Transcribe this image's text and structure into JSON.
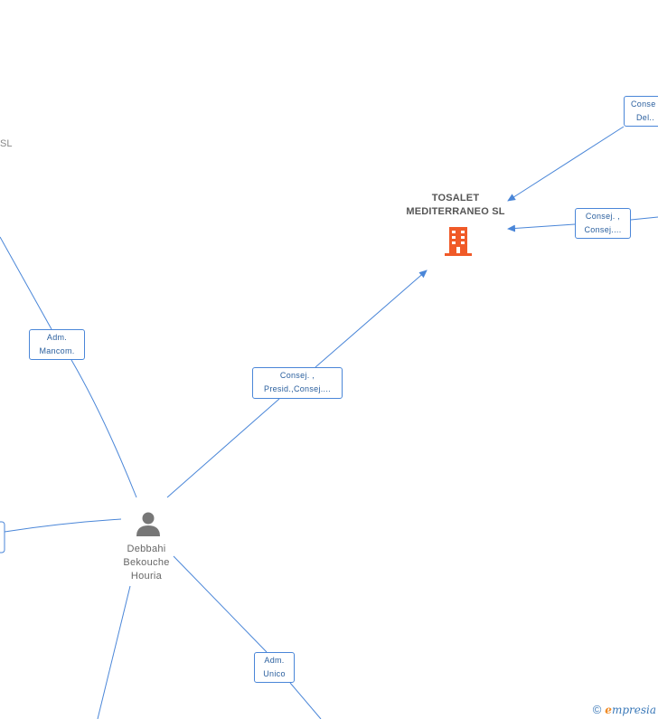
{
  "nodes": {
    "company": {
      "line1": "TOSALET",
      "line2": "MEDITERRANEO SL"
    },
    "person": {
      "line1": "Debbahi",
      "line2": "Bekouche",
      "line3": "Houria"
    },
    "offscreen_left": {
      "suffix": "SL"
    }
  },
  "edges": {
    "top_right": {
      "line1": "Conse",
      "line2": "Del.."
    },
    "mid_right": {
      "line1": "Consej. ,",
      "line2": "Consej...."
    },
    "person_company": {
      "line1": "Consej. ,",
      "line2": "Presid.,Consej...."
    },
    "adm_mancom": {
      "line1": "Adm.",
      "line2": "Mancom."
    },
    "adm_unico": {
      "line1": "Adm.",
      "line2": "Unico"
    }
  },
  "watermark": {
    "copyright": "©",
    "brand_first": "e",
    "brand_rest": "mpresia"
  },
  "colors": {
    "edge": "#4a86d8",
    "company_icon": "#f05a28",
    "person_icon": "#777777"
  }
}
